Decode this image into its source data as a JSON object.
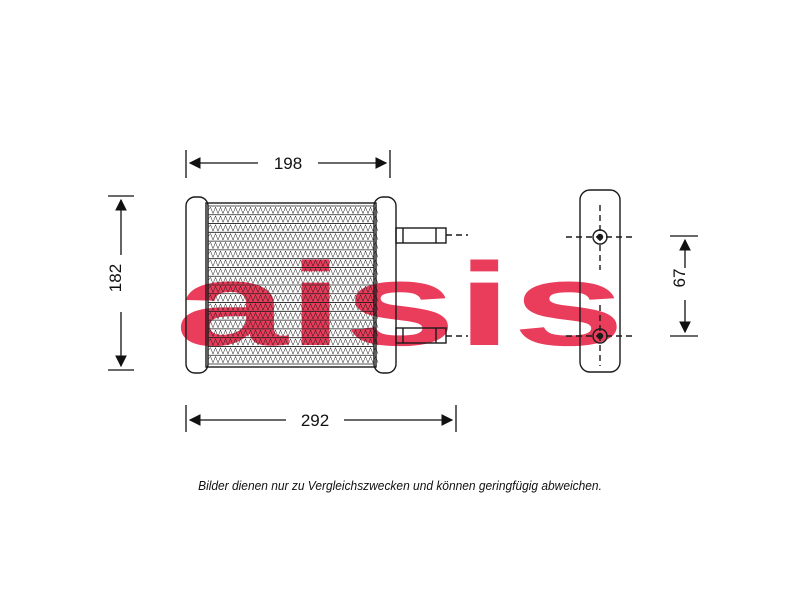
{
  "diagram": {
    "dimensions": {
      "core_width": "198",
      "height": "182",
      "overall_width": "292",
      "pipe_spacing": "67"
    },
    "watermark": {
      "text": "aisis",
      "color": "#e8284a",
      "dot_color": "#e8284a"
    },
    "disclaimer": "Bilder dienen nur zu Vergleichszwecken und können geringfügig abweichen.",
    "colors": {
      "line": "#1a1a1a",
      "watermark": "#e8284a"
    }
  }
}
